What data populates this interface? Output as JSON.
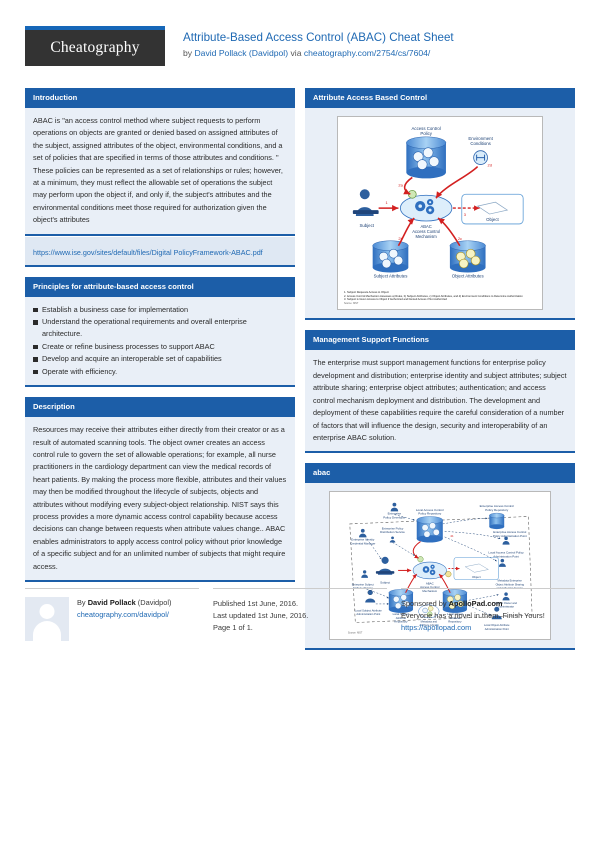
{
  "header": {
    "logo": "Cheatography",
    "title": "Attribute-Based Access Control (ABAC) Cheat Sheet",
    "by_prefix": "by ",
    "author": "David Pollack (Davidpol)",
    "via": " via ",
    "source_url": "cheatography.com/2754/cs/7604/"
  },
  "left_column": {
    "introduction": {
      "heading": "Introduction",
      "paragraphs": [
        "ABAC is \"an access control method where subject requests to perform operations on objects are granted or denied based on assigned attributes of the subject, assigned attributes of the object, environmental conditions, and a set of policies that are specified in terms of those attributes and conditions. \"",
        "These policies can be represented as a set of relationships or rules; however, at a minimum, they must reflect the allowable set of operations the subject may perform upon the object if, and only if, the subject's attributes and the environmental conditions meet those required for authorization given the object's attributes"
      ],
      "link": "https://www.ise.gov/sites/default/files/Digital PolicyFramework-ABAC.pdf"
    },
    "principles": {
      "heading": "Principles for attribute-based access control",
      "items": [
        "Establish a business case for implementation",
        "Understand the operational requirements and overall enterprise architecture.",
        "Create or refine business processes to support ABAC",
        "Develop and acquire an interoperable set of capabilities",
        "Operate with efficiency."
      ]
    },
    "description": {
      "heading": "Description",
      "paragraphs": [
        "Resources may receive their attributes either directly from their creator or as a result of automated scanning tools. The object owner creates an access control rule to govern the set of allowable operations; for example, all nurse practitioners in the cardiology department can view the medical records of heart patients. By making the process more flexible, attributes and their values may then be modified throughout the lifecycle of subjects, objects and attributes without modifying every subject-object relationship. NIST says this process provides a more dynamic access control capability because access decisions can change between requests when attribute values change.. ABAC enables administrators to apply access control policy without prior knowledge of a specific subject and for an unlimited number of subjects that might require access."
      ]
    }
  },
  "right_column": {
    "abac_control": {
      "heading": "Attribute Access Based Control",
      "diagram": {
        "labels": {
          "access_control_policy": "Access Control Policy",
          "environment_conditions": "Environment Conditions",
          "subject": "Subject",
          "object": "Object",
          "mechanism": "ABAC Access Control Mechanism",
          "subject_attributes": "Subject Attributes",
          "object_attributes": "Object Attributes",
          "step_1": "1",
          "step_2a": "2a",
          "step_2b": "2b",
          "step_2c": "2c",
          "step_2d": "2d",
          "step_3": "3"
        },
        "caption_lines": [
          "1.  Subject Requests Access to Object",
          "2.  Access Control Mechanism Assesses a) Rules, b) Subject Attributes, c) Object Attributes, and d) Environment Conditions to Determine Authorization",
          "3.  Subject is Given Access to Object if Authorized and Denied Access if Not Authorized"
        ],
        "source": "Source: NIST"
      }
    },
    "management": {
      "heading": "Management Support Functions",
      "paragraphs": [
        "The enterprise must support management functions for enterprise policy development and distribution; enterprise identity and subject attributes; subject attribute sharing; enterprise object attributes; authentication; and access control mechanism deployment and distribution. The development and deployment of these capabilities require the careful consideration of a number of factors that will influence the design, security and interoperability of an enterprise ABAC solution."
      ]
    },
    "abac": {
      "heading": "abac",
      "diagram": {
        "labels": {
          "enterprise_policy_developer": "Enterprise Policy Developer",
          "local_access_control_policy_repository": "Local Access Control Policy Repository",
          "enterprise_access_control_policy_repository": "Enterprise Access Control Policy Repository",
          "enterprise_policy_distribution": "Enterprise Policy Distribution & Subscription",
          "enterprise_access_control_policy_administration_point": "Enterprise Access Control Policy Administration Point",
          "local_access_control_policy_administration_point": "Local Access Control Policy Administration Point",
          "enterprise_identity_credential_manager": "Enterprise Identity Credential Manager",
          "authentication": "Authentication & Credential Services",
          "subject": "Subject",
          "object": "Object",
          "mechanism": "ABAC Access Control Mechanism",
          "local_subject_attribute_repository": "Local Subject Attribute Repository",
          "local_object_attribute_repository": "Local Object Attribute Repository",
          "metadata_attribute_library": "Metadata & Attribute Library",
          "enterprise_subject_attribute_administration_point": "Enterprise Subject Attribute Administration Point",
          "local_object_attribute_administration_point": "Local Object Attribute Administration Point",
          "object_owner_administrator": "Object Owner & Administrator",
          "subject_attribute_sharing": "Subject Attribute Sharing and Collection Service"
        },
        "source": "Source: NIST"
      }
    }
  },
  "footer": {
    "author_col": {
      "by_prefix": "By ",
      "name": "David Pollack",
      "handle": " (Davidpol)",
      "profile_url": "cheatography.com/davidpol/"
    },
    "meta_col": {
      "published": "Published 1st June, 2016.",
      "updated": "Last updated 1st June, 2016.",
      "page": "Page 1 of 1."
    },
    "sponsor_col": {
      "prefix": "Sponsored by ",
      "name": "ApolloPad.com",
      "tagline": "Everyone has a novel in them. Finish Yours!",
      "url": "https://apollopad.com"
    }
  },
  "colors": {
    "header_blue": "#1c5ea8",
    "panel_bg": "#e9eff7",
    "link_blue": "#1f69b3",
    "logo_bg": "#333333",
    "accent_strip": "#1667b8"
  }
}
